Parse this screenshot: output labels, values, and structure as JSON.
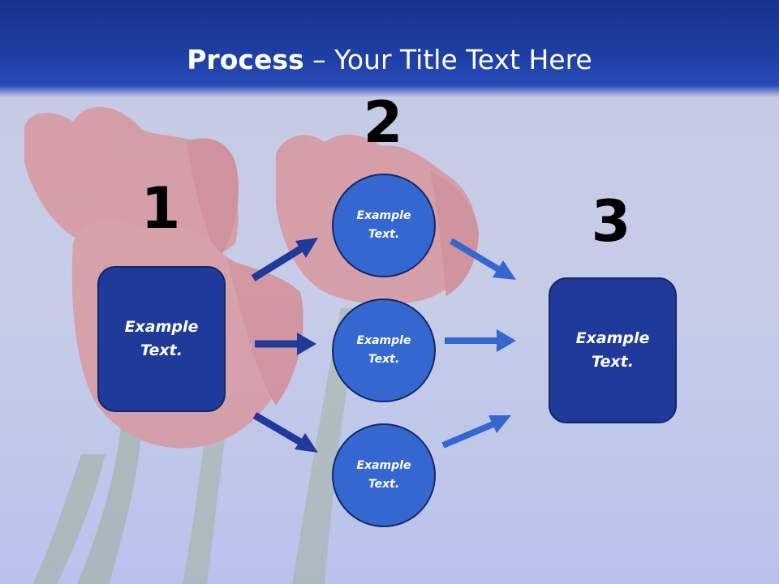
{
  "slide": {
    "title_bold": "Process",
    "title_rest": " – Your Title Text Here"
  },
  "steps": {
    "one": {
      "number": "1",
      "text": "Example Text."
    },
    "two": {
      "number": "2",
      "items": [
        {
          "text": "Example Text."
        },
        {
          "text": "Example Text."
        },
        {
          "text": "Example Text."
        }
      ]
    },
    "three": {
      "number": "3",
      "text": "Example Text."
    }
  },
  "colors": {
    "header": "#1f3fa6",
    "box_fill": "#1f3a9b",
    "circle_fill": "#3467d0",
    "arrow_dark": "#1f3a9b",
    "arrow_light": "#3467d0",
    "text": "#ffffff"
  },
  "background_image": "red-tulips-photo"
}
